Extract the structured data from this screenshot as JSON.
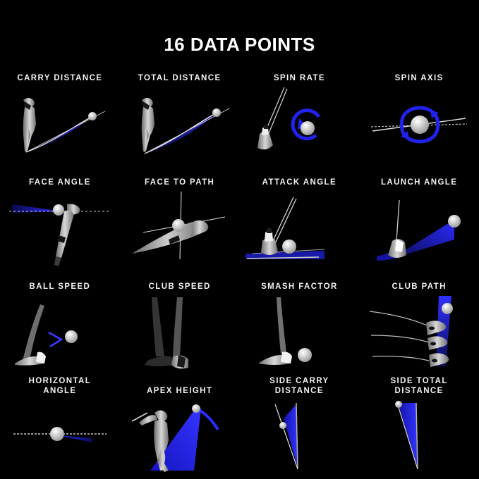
{
  "page": {
    "background_color": "#000000",
    "text_color": "#ffffff",
    "accent_blue": "#1a1ae6",
    "accent_blue_dark": "#15157d",
    "title": "16 DATA POINTS"
  },
  "grid": {
    "columns": 4,
    "rows": 4,
    "items": [
      {
        "label": "CARRY DISTANCE",
        "icon": "golfer-ball-flight-carry-icon"
      },
      {
        "label": "TOTAL DISTANCE",
        "icon": "golfer-ball-flight-total-icon"
      },
      {
        "label": "SPIN RATE",
        "icon": "club-ball-spin-arrow-icon"
      },
      {
        "label": "SPIN AXIS",
        "icon": "ball-spin-axis-tilt-icon"
      },
      {
        "label": "FACE ANGLE",
        "icon": "clubface-angle-overhead-icon"
      },
      {
        "label": "FACE TO PATH",
        "icon": "clubface-to-path-crosshair-icon"
      },
      {
        "label": "ATTACK ANGLE",
        "icon": "club-attack-angle-ground-icon"
      },
      {
        "label": "LAUNCH ANGLE",
        "icon": "club-launch-angle-cone-icon"
      },
      {
        "label": "BALL SPEED",
        "icon": "ball-speed-arrow-icon"
      },
      {
        "label": "CLUB SPEED",
        "icon": "club-speed-motion-blur-icon"
      },
      {
        "label": "SMASH FACTOR",
        "icon": "club-ball-impact-icon"
      },
      {
        "label": "CLUB PATH",
        "icon": "club-path-multi-position-icon"
      },
      {
        "label": "HORIZONTAL\nANGLE",
        "icon": "horizontal-angle-line-icon"
      },
      {
        "label": "APEX HEIGHT",
        "icon": "golfer-apex-height-arc-icon"
      },
      {
        "label": "SIDE CARRY\nDISTANCE",
        "icon": "side-carry-distance-wedge-icon"
      },
      {
        "label": "SIDE TOTAL\nDISTANCE",
        "icon": "side-total-distance-wedge-icon"
      }
    ]
  }
}
